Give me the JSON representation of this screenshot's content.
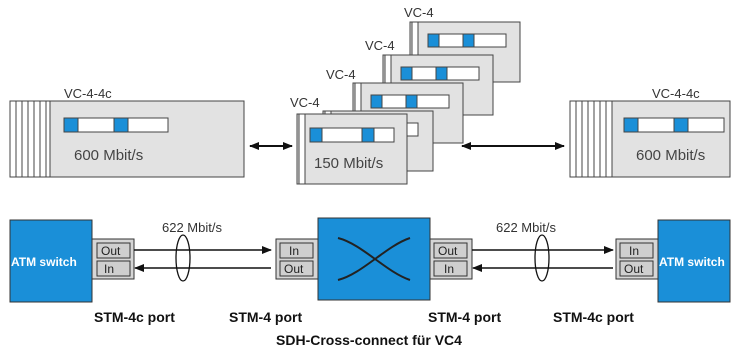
{
  "colors": {
    "accent_blue": "#1a8fd8",
    "box_fill": "#e2e2e2",
    "port_fill": "#cfcfcf",
    "line": "#111111"
  },
  "top": {
    "left_container": {
      "label": "VC-4-4c",
      "rate": "600 Mbit/s"
    },
    "right_container": {
      "label": "VC-4-4c",
      "rate": "600 Mbit/s"
    },
    "stack_labels": [
      "VC-4",
      "VC-4",
      "VC-4",
      "VC-4"
    ],
    "stack_rate": "150 Mbit/s"
  },
  "bottom": {
    "left_switch": "ATM switch",
    "right_switch": "ATM switch",
    "port_out": "Out",
    "port_in": "In",
    "left_rate": "622 Mbit/s",
    "right_rate": "622 Mbit/s",
    "labels": {
      "stm4c_left": "STM-4c port",
      "stm4_left": "STM-4 port",
      "stm4_right": "STM-4 port",
      "stm4c_right": "STM-4c port"
    },
    "caption": "SDH-Cross-connect für VC4"
  }
}
